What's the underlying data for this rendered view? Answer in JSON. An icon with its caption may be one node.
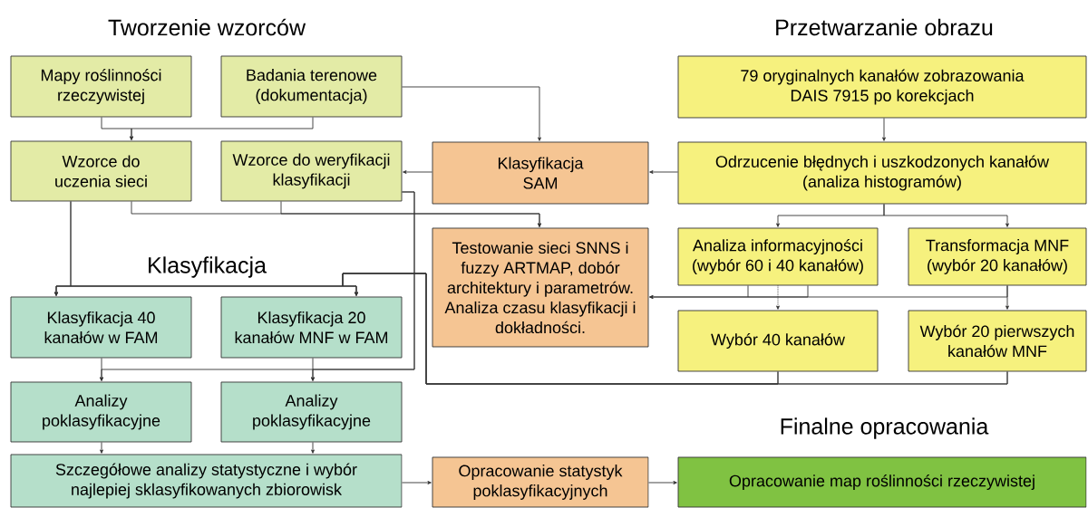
{
  "diagram": {
    "nodes": [
      {
        "text": [
          "Mapy roślinności rzeczywistej"
        ]
      },
      {
        "text": [
          "Badania terenowe (dokumentacja)"
        ]
      },
      {
        "text": [
          "Wzorce do uczenia sieci"
        ]
      },
      {
        "text": [
          "Wzorce do weryfikacji klasyfikacji"
        ]
      },
      {
        "text": [
          "Klasyfikacja SAM"
        ]
      },
      {
        "text": [
          "Testowanie sieci SNNS i fuzzy ARTMAP, dobór architektury i parametrów. Analiza czasu klasyfikacji i dokładności."
        ]
      },
      {
        "text": [
          "79 oryginalnych kanałów zobrazowania DAIS 7915 po korekcjach"
        ]
      },
      {
        "text": [
          "Odrzucenie błędnych i uszkodzonych kanałów (analiza histogramów)"
        ]
      },
      {
        "text": [
          "Analiza informacyjności (wybór 60 i 40 kanałów)"
        ]
      },
      {
        "text": [
          "Transformacja MNF (wybór 20 kanałów)"
        ]
      },
      {
        "text": [
          "Wybór 40 kanałów"
        ]
      },
      {
        "text": [
          "Wybór 20 pierwszych kanałów MNF"
        ]
      },
      {
        "text": [
          "Klasyfikacja 40 kanałów w FAM"
        ]
      },
      {
        "text": [
          "Klasyfikacja 20 kanałów MNF w FAM"
        ]
      },
      {
        "text": [
          "Analizy poklasyfikacyjne"
        ]
      },
      {
        "text": [
          "Analizy poklasyfikacyjne"
        ]
      },
      {
        "text": [
          "Szczegółowe analizy statystyczne i wybór najlepiej sklasyfikowanych zbiorowisk"
        ]
      },
      {
        "text": [
          "Opracowanie statystyk poklasyfikacyjnych"
        ]
      },
      {
        "text": [
          "Opracowanie map roślinności rzeczywistej"
        ]
      }
    ],
    "edges": [
      {
        "from": 0,
        "to": 2,
        "arrow": "to"
      },
      {
        "from": 1,
        "to": 2,
        "arrow": "to"
      },
      {
        "from": 1,
        "to": 4,
        "arrow": "to"
      },
      {
        "from": 7,
        "to": 4,
        "arrow": "to"
      },
      {
        "from": 4,
        "to": 3,
        "arrow": "to"
      },
      {
        "from": 6,
        "to": 7,
        "arrow": "to"
      },
      {
        "from": 2,
        "to": 5,
        "arrow": "to"
      },
      {
        "from": 3,
        "to": 5,
        "arrow": "to"
      },
      {
        "from": 7,
        "to": 8,
        "arrow": "to"
      },
      {
        "from": 7,
        "to": 9,
        "arrow": "to"
      },
      {
        "from": 8,
        "to": 5,
        "arrow": "to"
      },
      {
        "from": 9,
        "to": 5,
        "arrow": "to"
      },
      {
        "from": 8,
        "to": 10,
        "arrow": "to",
        "style": "dashed"
      },
      {
        "from": 9,
        "to": 11,
        "arrow": "to"
      },
      {
        "from": 2,
        "to": 12,
        "arrow": "to"
      },
      {
        "from": 2,
        "to": 13,
        "arrow": "to"
      },
      {
        "from": 10,
        "to": 12,
        "arrow": "to"
      },
      {
        "from": 10,
        "to": 13,
        "arrow": "to"
      },
      {
        "from": 11,
        "to": 12,
        "arrow": "to"
      },
      {
        "from": 11,
        "to": 13,
        "arrow": "to"
      },
      {
        "from": 12,
        "to": 14,
        "arrow": "to"
      },
      {
        "from": 13,
        "to": 15,
        "arrow": "to"
      },
      {
        "from": 3,
        "to": 14,
        "arrow": "to"
      },
      {
        "from": 3,
        "to": 15,
        "arrow": "to"
      },
      {
        "from": 14,
        "to": 16,
        "arrow": "to"
      },
      {
        "from": 15,
        "to": 16,
        "arrow": "to"
      },
      {
        "from": 16,
        "to": 17,
        "arrow": "to"
      },
      {
        "from": 17,
        "to": 18,
        "arrow": "to"
      }
    ],
    "labels": [
      "Tworzenie wzorców",
      "Przetwarzanie obrazu",
      "Klasyfikacja",
      "Finalne opracowania"
    ]
  }
}
